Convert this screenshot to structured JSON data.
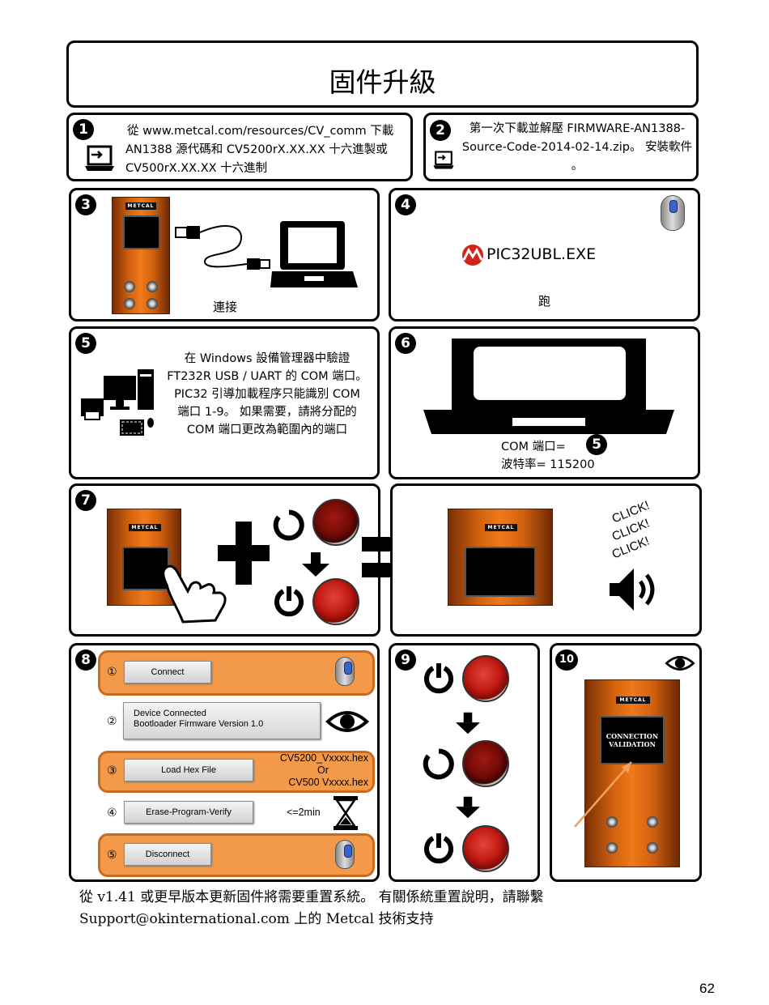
{
  "title": "固件升級",
  "steps": {
    "s1": {
      "num": "1",
      "text1": "從 www.metcal.com/resources/CV_comm 下載",
      "text2": "AN1388 源代碼和 CV5200rX.XX.XX 十六進製或",
      "text3": "CV500rX.XX.XX 十六進制"
    },
    "s2": {
      "num": "2",
      "text1": "第一次下載並解壓 FIRMWARE-AN1388-",
      "text2": "Source-Code-2014-02-14.zip。 安裝軟件",
      "text3": "。"
    },
    "s3": {
      "num": "3",
      "label": "連接"
    },
    "s4": {
      "num": "4",
      "exe": "PIC32UBL.EXE",
      "label": "跑"
    },
    "s5": {
      "num": "5",
      "text1": "在 Windows 設備管理器中驗證",
      "text2": "FT232R USB / UART 的 COM 端口。",
      "text3": "PIC32 引導加載程序只能識別 COM",
      "text4": "端口 1-9。 如果需要，請將分配的",
      "text5": "COM 端口更改為範圍內的端口"
    },
    "s6": {
      "num": "6",
      "com": "COM 端口=",
      "com_ref": "5",
      "baud": "波特率= 115200"
    },
    "s7": {
      "num": "7",
      "click1": "CLICK!",
      "click2": "CLICK!",
      "click3": "CLICK!"
    },
    "s8": {
      "num": "8",
      "row1": {
        "n": "①",
        "button": "Connect"
      },
      "row2": {
        "n": "②",
        "line1": "Device Connected",
        "line2": "Bootloader Firmware Version 1.0"
      },
      "row3": {
        "n": "③",
        "button": "Load Hex File",
        "file1": "CV5200_Vxxxx.hex",
        "or": "Or",
        "file2": "CV500  Vxxxx.hex"
      },
      "row4": {
        "n": "④",
        "button": "Erase-Program-Verify",
        "time": "<=2min"
      },
      "row5": {
        "n": "⑤",
        "button": "Disconnect"
      }
    },
    "s9": {
      "num": "9"
    },
    "s10": {
      "num": "10",
      "screen1": "CONNECTION",
      "screen2": "VALIDATION"
    }
  },
  "device_logo": "METCAL",
  "footer": {
    "line1": "從 v1.41 或更早版本更新固件將需要重置系統。 有關係統重置說明，請聯繫",
    "line2": "Support@okinternational.com 上的 Metcal 技術支持"
  },
  "page_number": "62",
  "colors": {
    "accent_orange": "#f29a4a",
    "button_red": "#c21a12",
    "device_orange": "#e06c12"
  }
}
